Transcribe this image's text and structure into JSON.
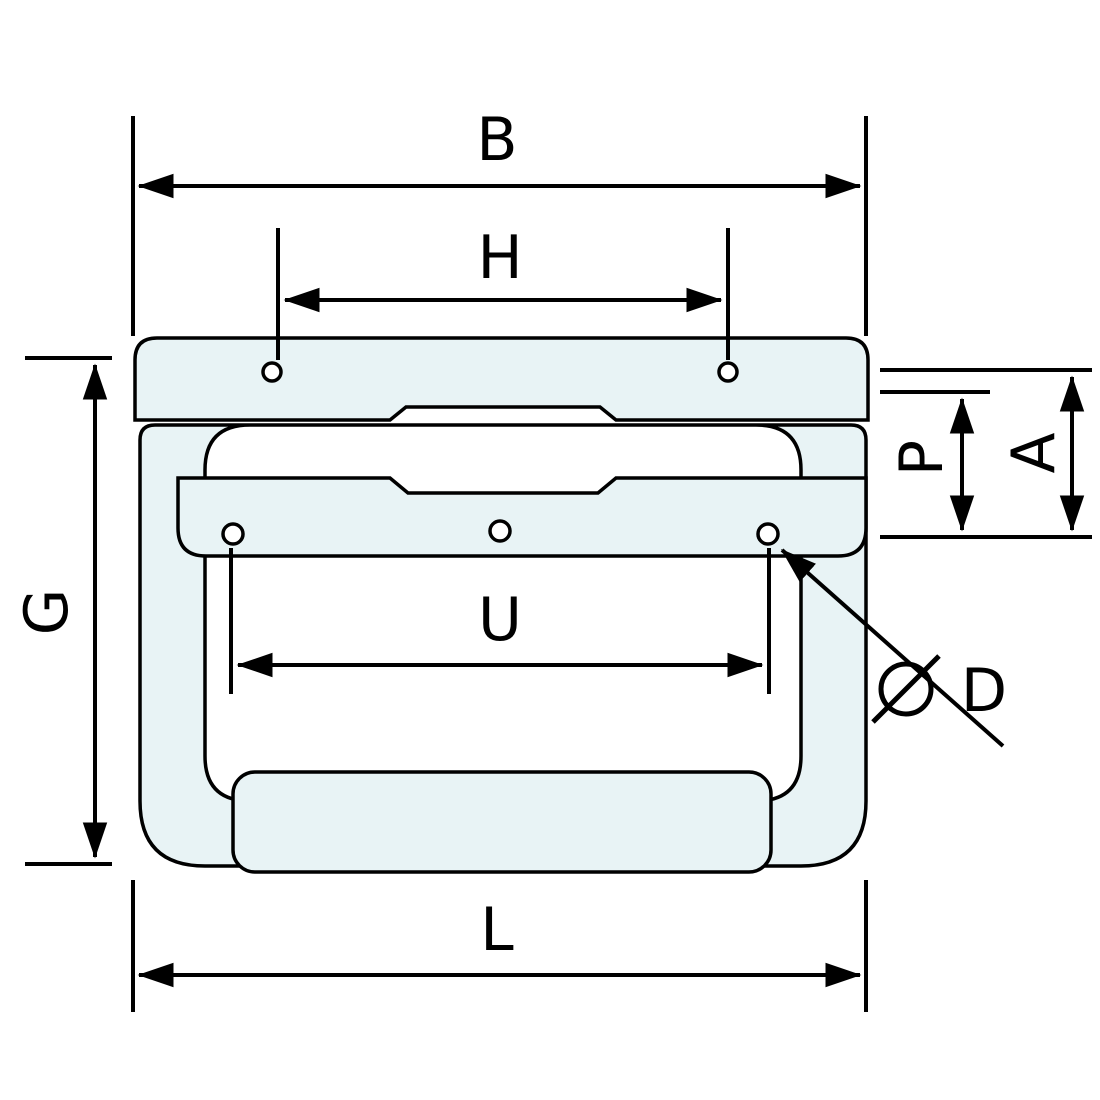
{
  "diagram": {
    "type": "technical-drawing",
    "subject": "Folding chest handle with mounting plate - dimensioned outline drawing",
    "colors": {
      "line": "#000000",
      "fill": "#e8f3f5",
      "hole_fill": "#ffffff",
      "background": "#ffffff"
    },
    "labels": {
      "top_width": "B",
      "top_hole_spacing": "H",
      "overall_height": "G",
      "plate_section_height": "A",
      "inner_section_height": "P",
      "lower_hole_spacing": "U",
      "bottom_width": "L",
      "hole_diameter": "D"
    }
  }
}
